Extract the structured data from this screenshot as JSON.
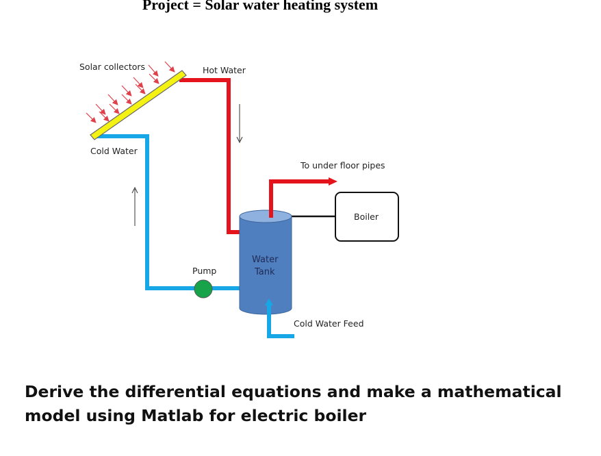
{
  "title": "Project = Solar water heating system",
  "diagram": {
    "labels": {
      "solar_collectors": "Solar collectors",
      "hot_water": "Hot Water",
      "cold_water": "Cold Water",
      "to_under_floor": "To under floor pipes",
      "boiler": "Boiler",
      "water": "Water",
      "tank": "Tank",
      "pump": "Pump",
      "cold_water_feed": "Cold Water Feed"
    },
    "colors": {
      "hot_pipe": "#e5141c",
      "cold_pipe": "#18a7e6",
      "collector": "#f4f213",
      "tank": "#4f7fbf",
      "pump": "#16a34a"
    }
  },
  "task": "Derive the differential equations and make a mathematical model using Matlab for electric boiler"
}
